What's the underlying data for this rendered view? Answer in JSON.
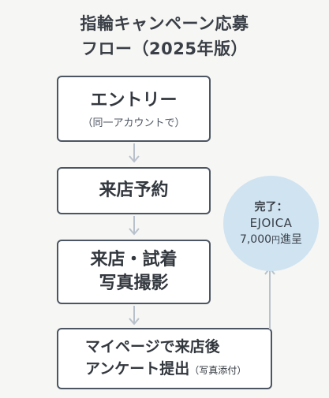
{
  "title": {
    "line1": "指輪キャンペーン応募",
    "line2": "フロー（2025年版）"
  },
  "steps": {
    "entry": {
      "label": "エントリー",
      "note": "（同一アカウントで）"
    },
    "reserve": {
      "label": "来店予約"
    },
    "shoot": {
      "line1": "来店・試着",
      "line2": "写真撮影"
    },
    "survey": {
      "line1": "マイページで来店後",
      "line2": "アンケート提出",
      "note": "（写真添付）"
    }
  },
  "reward": {
    "line1": "完了：",
    "line2": "EJOICA",
    "amount": "7,000",
    "unit": "円",
    "suffix": "進呈"
  },
  "colors": {
    "box_border": "#4c5562",
    "arrow": "#b9c2cc",
    "circle_fill": "#cfe3f1",
    "background": "#f6f6f4"
  }
}
